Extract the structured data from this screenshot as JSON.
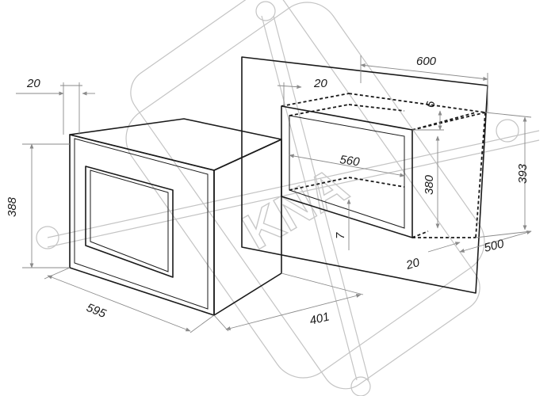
{
  "dimensions": {
    "appliance_depth_20": "20",
    "appliance_height": "388",
    "appliance_width": "595",
    "appliance_depth": "401",
    "niche_width": "600",
    "niche_top_offset": "20",
    "niche_gap_top": "6",
    "niche_inner_width": "560",
    "niche_inner_height": "380",
    "niche_height": "393",
    "niche_depth": "500",
    "niche_bottom_gap": "7",
    "niche_front_offset": "20"
  },
  "watermark": {
    "text": "KNA"
  },
  "colors": {
    "line": "#1a1a1a",
    "dimension": "#8a8a8a",
    "watermark": "#c4c4c4"
  }
}
